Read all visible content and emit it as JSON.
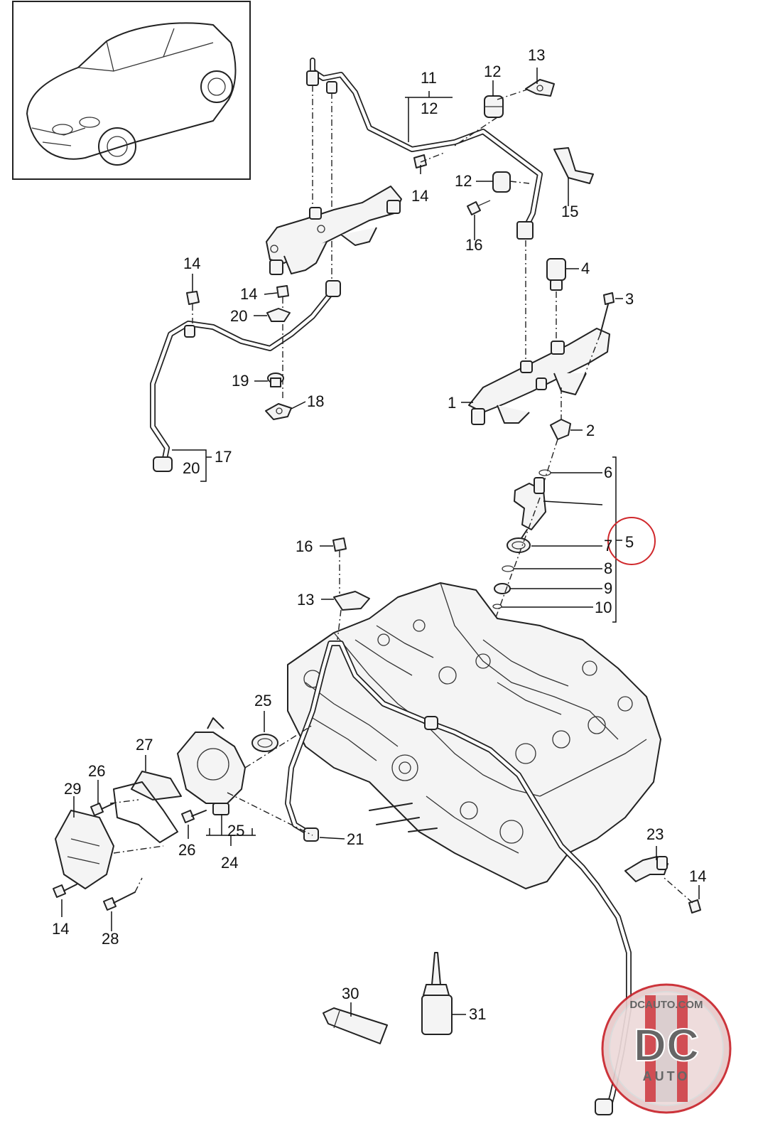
{
  "diagram": {
    "callouts": [
      {
        "id": "c1",
        "text": "1"
      },
      {
        "id": "c2",
        "text": "2"
      },
      {
        "id": "c3",
        "text": "3"
      },
      {
        "id": "c4",
        "text": "4"
      },
      {
        "id": "c5",
        "text": "5"
      },
      {
        "id": "c6",
        "text": "6"
      },
      {
        "id": "c7",
        "text": "7"
      },
      {
        "id": "c8",
        "text": "8"
      },
      {
        "id": "c9",
        "text": "9"
      },
      {
        "id": "c10",
        "text": "10"
      },
      {
        "id": "c11",
        "text": "11"
      },
      {
        "id": "c12a",
        "text": "12"
      },
      {
        "id": "c12b",
        "text": "12"
      },
      {
        "id": "c12c",
        "text": "12"
      },
      {
        "id": "c13a",
        "text": "13"
      },
      {
        "id": "c13b",
        "text": "13"
      },
      {
        "id": "c14a",
        "text": "14"
      },
      {
        "id": "c14b",
        "text": "14"
      },
      {
        "id": "c14c",
        "text": "14"
      },
      {
        "id": "c14d",
        "text": "14"
      },
      {
        "id": "c14e",
        "text": "14"
      },
      {
        "id": "c15",
        "text": "15"
      },
      {
        "id": "c16a",
        "text": "16"
      },
      {
        "id": "c16b",
        "text": "16"
      },
      {
        "id": "c17",
        "text": "17"
      },
      {
        "id": "c18",
        "text": "18"
      },
      {
        "id": "c19",
        "text": "19"
      },
      {
        "id": "c20a",
        "text": "20"
      },
      {
        "id": "c20b",
        "text": "20"
      },
      {
        "id": "c21",
        "text": "21"
      },
      {
        "id": "c23",
        "text": "23"
      },
      {
        "id": "c24",
        "text": "24"
      },
      {
        "id": "c25a",
        "text": "25"
      },
      {
        "id": "c25b",
        "text": "25"
      },
      {
        "id": "c26a",
        "text": "26"
      },
      {
        "id": "c26b",
        "text": "26"
      },
      {
        "id": "c27",
        "text": "27"
      },
      {
        "id": "c28",
        "text": "28"
      },
      {
        "id": "c29",
        "text": "29"
      },
      {
        "id": "c30",
        "text": "30"
      },
      {
        "id": "c31",
        "text": "31"
      }
    ],
    "highlight_color": "#d0282c"
  },
  "watermark": {
    "site": "DCAUTO.COM",
    "mark": "DC",
    "word": "AUTO",
    "colors": {
      "red": "#c8232b",
      "gray": "#5a5a5a",
      "silver": "#d9d9d9"
    }
  }
}
